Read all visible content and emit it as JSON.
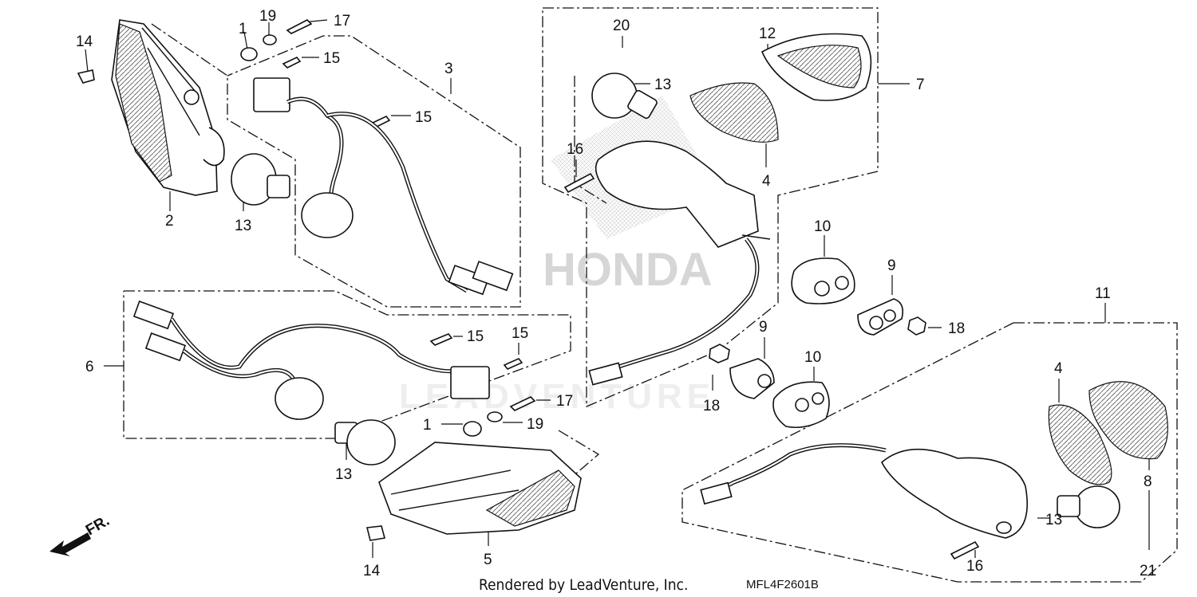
{
  "footer": {
    "credit": "Rendered by LeadVenture, Inc.",
    "diagram_code": "MFL4F2601B"
  },
  "direction_marker": "FR.",
  "watermark": {
    "brand": "HONDA",
    "company": "LEADVENTURE"
  },
  "callouts": {
    "c1a": "1",
    "c1b": "1",
    "c2": "2",
    "c3": "3",
    "c4a": "4",
    "c4b": "4",
    "c5": "5",
    "c6": "6",
    "c7": "7",
    "c8": "8",
    "c9a": "9",
    "c9b": "9",
    "c10a": "10",
    "c10b": "10",
    "c11": "11",
    "c12": "12",
    "c13a": "13",
    "c13b": "13",
    "c13c": "13",
    "c13d": "13",
    "c14a": "14",
    "c14b": "14",
    "c15a": "15",
    "c15b": "15",
    "c15c": "15",
    "c15d": "15",
    "c16a": "16",
    "c16b": "16",
    "c17a": "17",
    "c17b": "17",
    "c18a": "18",
    "c18b": "18",
    "c19a": "19",
    "c19b": "19",
    "c20": "20",
    "c21": "21"
  }
}
